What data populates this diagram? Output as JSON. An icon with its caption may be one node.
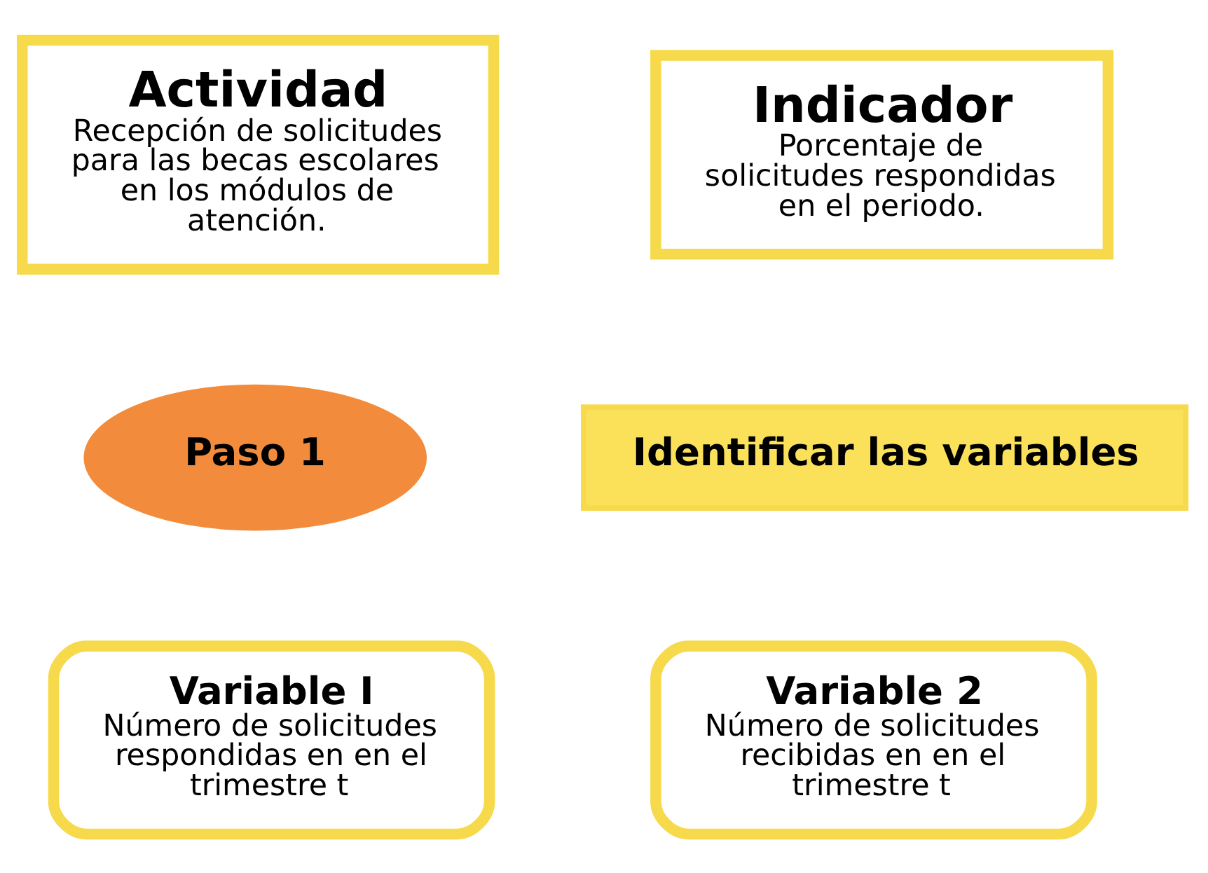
{
  "diagram": {
    "nodes": [
      {
        "text": [
          "Actividad",
          "Recepción de solicitudes para las becas escolares en los módulos de atención."
        ]
      },
      {
        "text": [
          "Indicador",
          "Porcentaje de solicitudes respondidas en el periodo."
        ]
      },
      {
        "text": [
          "Paso 1"
        ]
      },
      {
        "text": [
          "Identificar las variables"
        ]
      },
      {
        "text": [
          "Variable I",
          "Número de solicitudes respondidas en en el trimestre t"
        ]
      },
      {
        "text": [
          "Variable 2",
          "Número de solicitudes recibidas en en el trimestre t"
        ]
      }
    ],
    "edges": []
  }
}
